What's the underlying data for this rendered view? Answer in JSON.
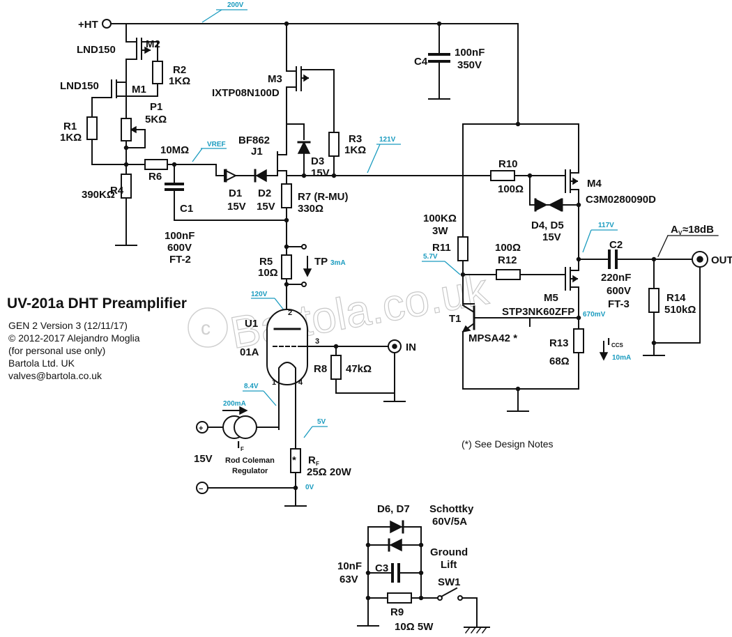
{
  "title": "UV-201a DHT Preamplifier",
  "info": [
    "GEN 2 Version 3 (12/11/17)",
    "© 2012-2017 Alejandro Moglia",
    "(for personal use only)",
    "Bartola Ltd. UK",
    "valves@bartola.co.uk"
  ],
  "watermark": "Bartola.co.uk",
  "labels": {
    "ht": "+HT",
    "m2_type": "LND150",
    "m2": "M2",
    "r2": "R2",
    "r2_val": "1KΩ",
    "m1_type": "LND150",
    "m1": "M1",
    "p1": "P1",
    "p1_val": "5KΩ",
    "r1": "R1",
    "r1_val": "1KΩ",
    "r6_val": "10MΩ",
    "r6": "R6",
    "r4": "R4",
    "r4_val": "390KΩ",
    "c1": "C1",
    "c1_v1": "100nF",
    "c1_v2": "600V",
    "c1_v3": "FT-2",
    "m3": "M3",
    "m3_type": "IXTP08N100D",
    "j1_type": "BF862",
    "j1": "J1",
    "d3": "D3",
    "d3_val": "15V",
    "r3": "R3",
    "r3_val": "1KΩ",
    "d1": "D1",
    "d1_val": "15V",
    "d2": "D2",
    "d2_val": "15V",
    "r7": "R7 (R-MU)",
    "r7_val": "330Ω",
    "r5": "R5",
    "r5_val": "10Ω",
    "tp": "TP",
    "u1": "U1",
    "tube": "01A",
    "pin2": "2",
    "pin3": "3",
    "pin1": "1",
    "pin4": "4",
    "r8": "R8",
    "r8_val": "47kΩ",
    "in": "IN",
    "plus": "+",
    "minus": "−",
    "v15": "15V",
    "if_main": "I",
    "if_sub": "F",
    "regulator1": "Rod Coleman",
    "regulator2": "Regulator",
    "rf_main": "R",
    "rf_sub": "F",
    "rf_val": "25Ω 20W",
    "rf_star": "*",
    "c4": "C4",
    "c4_v1": "100nF",
    "c4_v2": "350V",
    "r10": "R10",
    "r10_val": "100Ω",
    "m4": "M4",
    "m4_type": "C3M0280090D",
    "d45": "D4, D5",
    "d45_val": "15V",
    "r11_v1": "100KΩ",
    "r11_v2": "3W",
    "r11": "R11",
    "r12_val": "100Ω",
    "r12": "R12",
    "m5": "M5",
    "m5_type": "STP3NK60ZFP",
    "t1": "T1",
    "t1_type": "MPSA42 *",
    "r13": "R13",
    "r13_val": "68Ω",
    "iccs_main": "I",
    "iccs_sub": "CCS",
    "c2": "C2",
    "c2_v1": "220nF",
    "c2_v2": "600V",
    "c2_v3": "FT-3",
    "gain_a": "A",
    "gain_sub": "V",
    "gain_val": "≈18dB",
    "out": "OUT",
    "r14": "R14",
    "r14_val": "510kΩ",
    "design_notes": "(*) See Design Notes",
    "d67": "D6, D7",
    "schottky1": "Schottky",
    "schottky2": "60V/5A",
    "ground1": "Ground",
    "ground2": "Lift",
    "c3_v1": "10nF",
    "c3_v2": "63V",
    "c3": "C3",
    "sw1": "SW1",
    "r9": "R9",
    "r9_val": "10Ω 5W"
  },
  "voltages": {
    "ht": "200V",
    "vref": "VREF",
    "gate": "121V",
    "tp_current": "3mA",
    "anode": "120V",
    "filament": "8.4V",
    "if_current": "200mA",
    "rf_top": "5V",
    "ground": "0V",
    "out_node": "117V",
    "t1_base": "5.7V",
    "r13_top": "670mV",
    "iccs_current": "10mA"
  }
}
